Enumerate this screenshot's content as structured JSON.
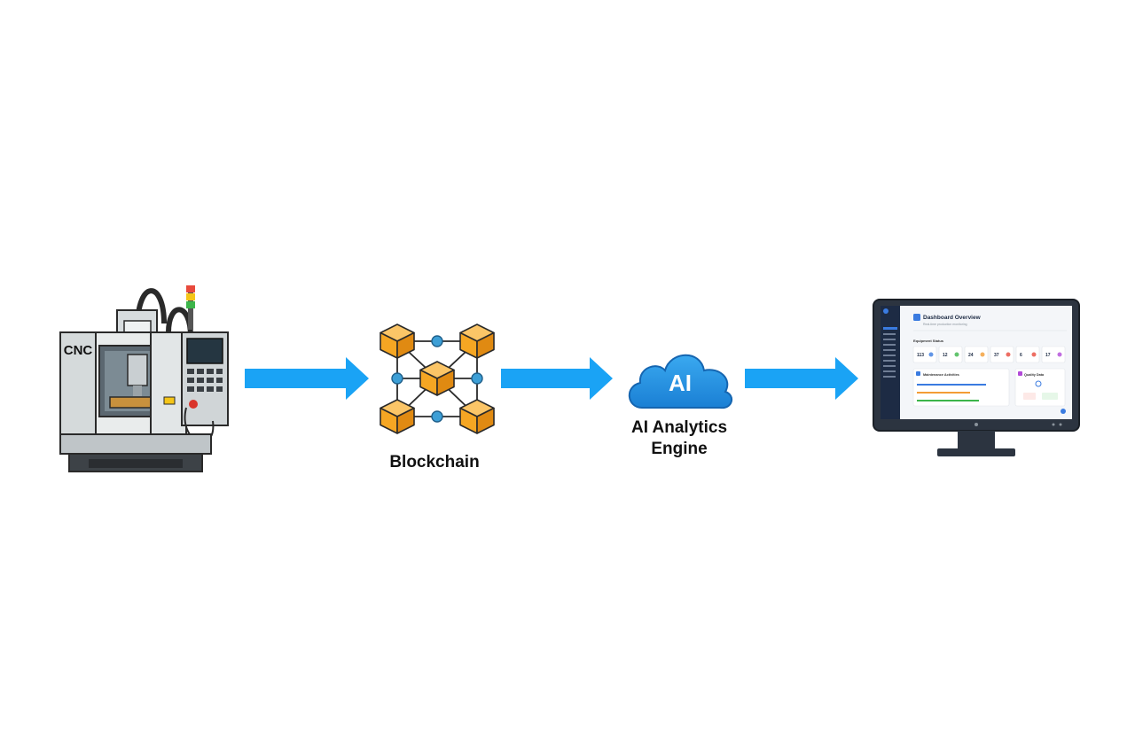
{
  "colors": {
    "arrow": "#1aa3f5",
    "block": "#f5a623",
    "node_dot": "#3d9fd6",
    "cloud": "#1f8fe0",
    "monitor_bezel": "#2c3440"
  },
  "cnc": {
    "label": "CNC",
    "icon": "cnc-machine"
  },
  "blockchain": {
    "label": "Blockchain",
    "icon": "blockchain-cubes"
  },
  "ai": {
    "badge": "AI",
    "label_line1": "AI Analytics",
    "label_line2": "Engine",
    "icon": "cloud"
  },
  "dashboard": {
    "icon": "monitor",
    "title": "Dashboard Overview",
    "subtitle": "Real-time production monitoring",
    "section_status": "Equipment Status",
    "section_maintenance": "Maintenance Activities",
    "section_quality": "Quality Data",
    "stats": [
      "113",
      "12",
      "24",
      "37",
      "6",
      "17"
    ]
  }
}
